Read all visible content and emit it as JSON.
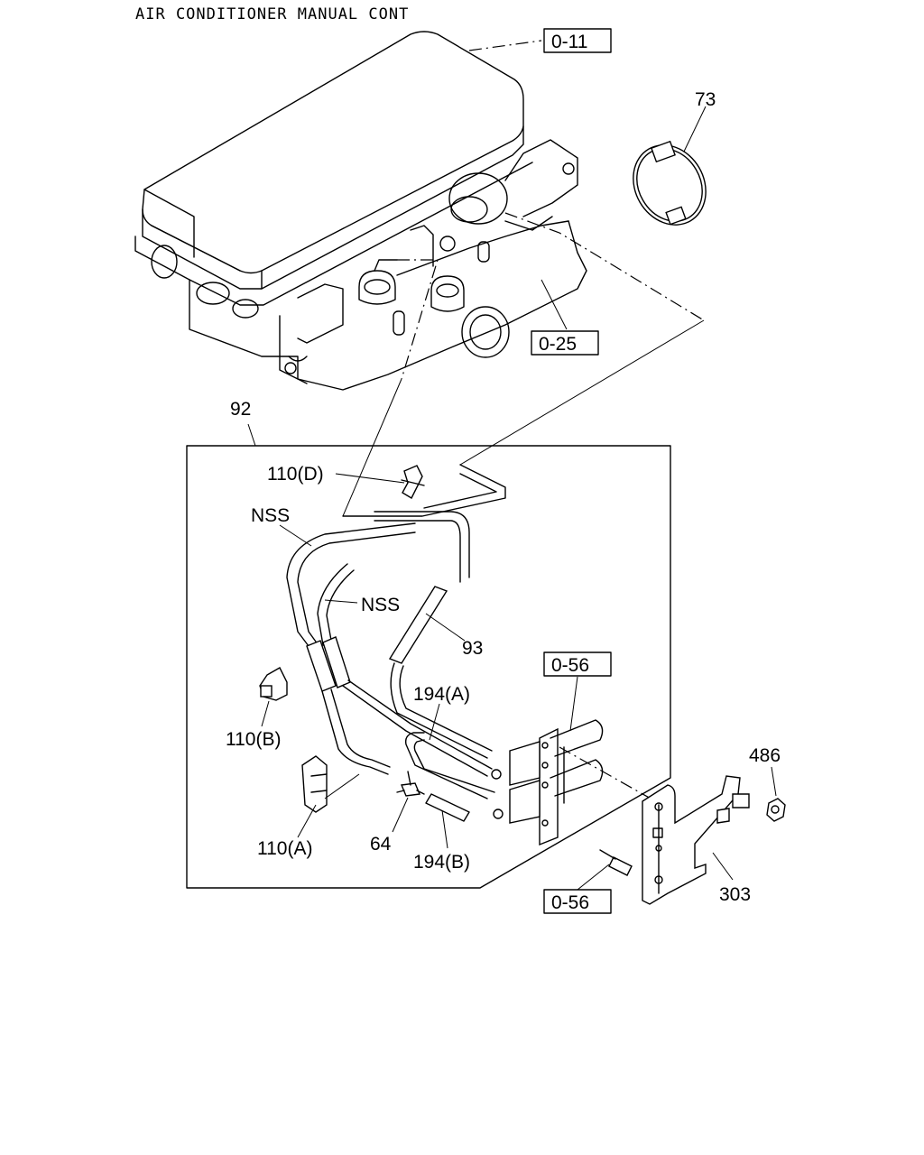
{
  "title": "AIR CONDITIONER MANUAL CONT",
  "refs": {
    "r1": "0-11",
    "r2": "0-25",
    "r3": "0-56",
    "r4": "0-56"
  },
  "callouts": {
    "c73": "73",
    "c92": "92",
    "c110d": "110(D)",
    "nss1": "NSS",
    "nss2": "NSS",
    "c93": "93",
    "c194a": "194(A)",
    "c110b": "110(B)",
    "c110a": "110(A)",
    "c64": "64",
    "c194b": "194(B)",
    "c486": "486",
    "c303": "303"
  },
  "icons": {
    "engine": "engine-intake-illustration",
    "clamp": "hose-clamp-icon",
    "valve": "vacuum-valve-icon",
    "bracket": "mounting-bracket-icon"
  }
}
